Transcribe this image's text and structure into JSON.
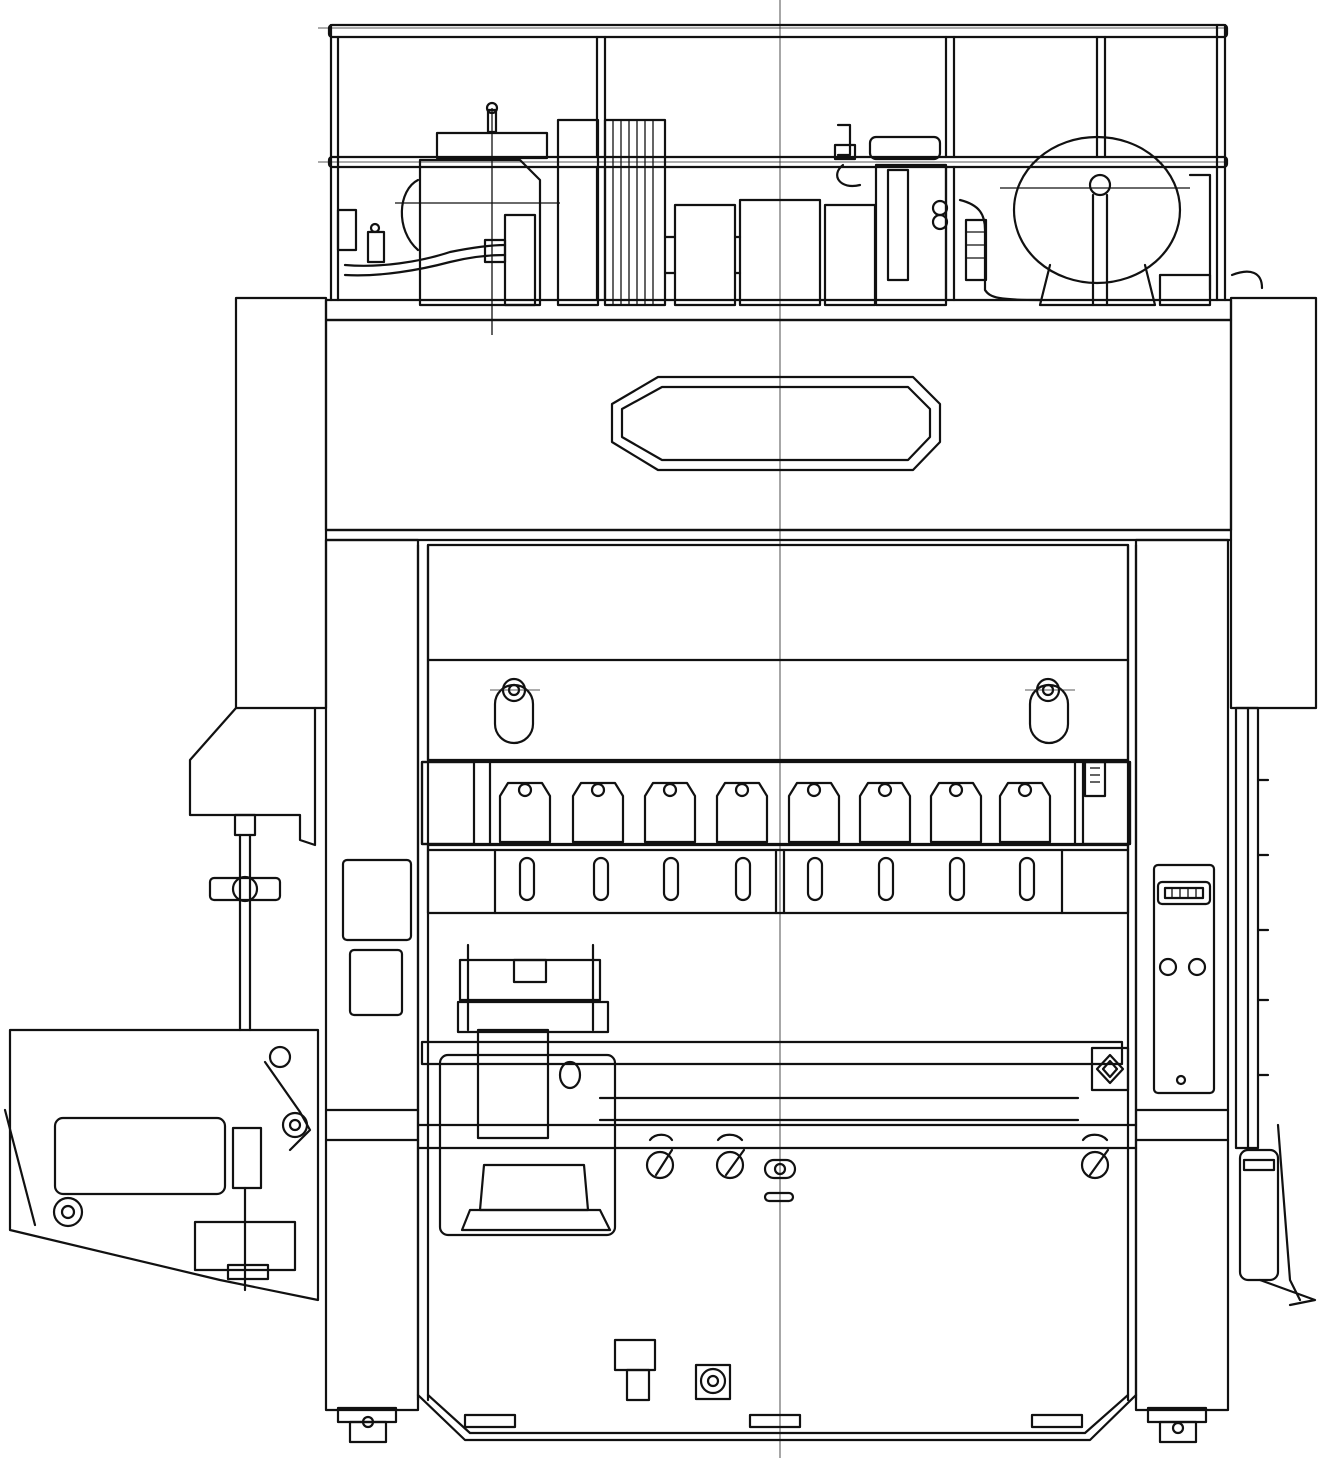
{
  "drawing": {
    "subject": "",
    "line_color": "#111111",
    "background": "#ffffff"
  },
  "components": {
    "guard_rail": {
      "icon": "guard-rail"
    },
    "motor_flywheel": {
      "icon": "motor"
    },
    "pneumatic_tank": {
      "icon": "tank"
    },
    "crown": {
      "icon": "crown-housing"
    },
    "name_plate": {
      "icon": "octagon-plate",
      "text": ""
    },
    "slide": {
      "icon": "slide-block"
    },
    "die_clamps": {
      "count": 8,
      "icon": "clamp"
    },
    "bolster": {
      "icon": "bolster-plate"
    },
    "feeder": {
      "icon": "feeder-unit"
    },
    "control_panel": {
      "icon": "control-box"
    },
    "pressure_gauge": {
      "icon": "gauge"
    },
    "side_lubricator": {
      "icon": "lubricator"
    },
    "leveling_feet": {
      "count": 2,
      "icon": "foot"
    }
  }
}
